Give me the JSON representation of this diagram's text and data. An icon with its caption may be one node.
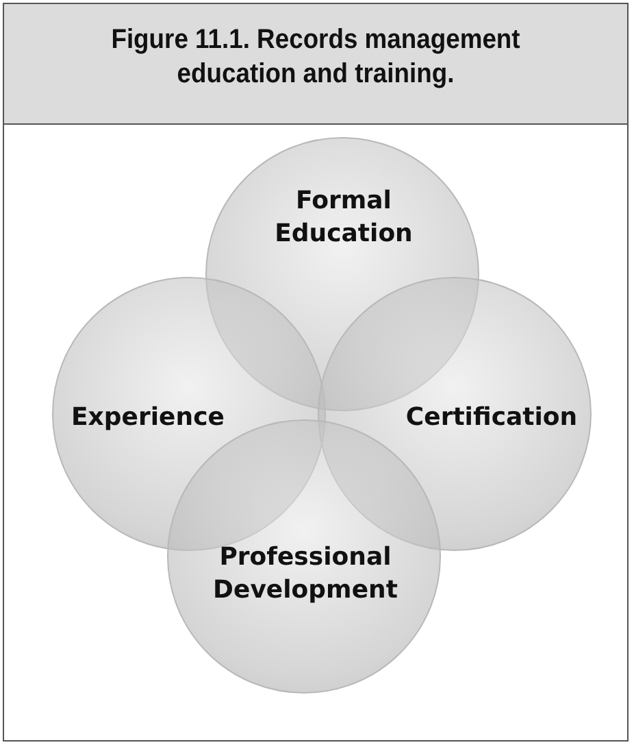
{
  "diagram": {
    "title": "Figure 11.1. Records management education and training.",
    "nodes": [
      {
        "text": [
          "Formal Education"
        ]
      },
      {
        "text": [
          "Experience"
        ]
      },
      {
        "text": [
          "Certification"
        ]
      },
      {
        "text": [
          "Professional Development"
        ]
      }
    ],
    "edges": []
  }
}
